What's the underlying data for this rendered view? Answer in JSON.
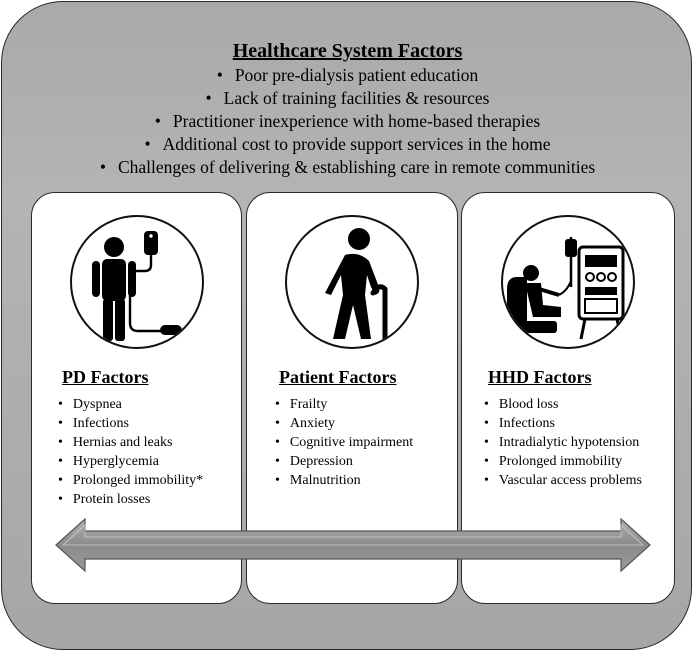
{
  "system": {
    "title": "Healthcare System Factors",
    "items": [
      "Poor pre-dialysis patient education",
      "Lack of training facilities & resources",
      "Practitioner inexperience with home-based therapies",
      "Additional cost to provide support services in the home",
      "Challenges of delivering & establishing care in remote communities"
    ]
  },
  "panels": [
    {
      "title": "PD Factors",
      "icon": "peritoneal-dialysis-icon",
      "items": [
        "Dyspnea",
        "Infections",
        "Hernias and leaks",
        "Hyperglycemia",
        "Prolonged immobility*",
        "Protein losses"
      ]
    },
    {
      "title": "Patient Factors",
      "icon": "elderly-person-icon",
      "items": [
        "Frailty",
        "Anxiety",
        "Cognitive impairment",
        "Depression",
        "Malnutrition"
      ]
    },
    {
      "title": "HHD Factors",
      "icon": "hemodialysis-machine-icon",
      "items": [
        "Blood loss",
        "Infections",
        "Intradialytic hypotension",
        "Prolonged immobility",
        "Vascular access problems"
      ]
    }
  ],
  "colors": {
    "background_gray": "#ababab",
    "arrow_fill": "#8c8c8c",
    "panel_fill": "#ffffff"
  }
}
